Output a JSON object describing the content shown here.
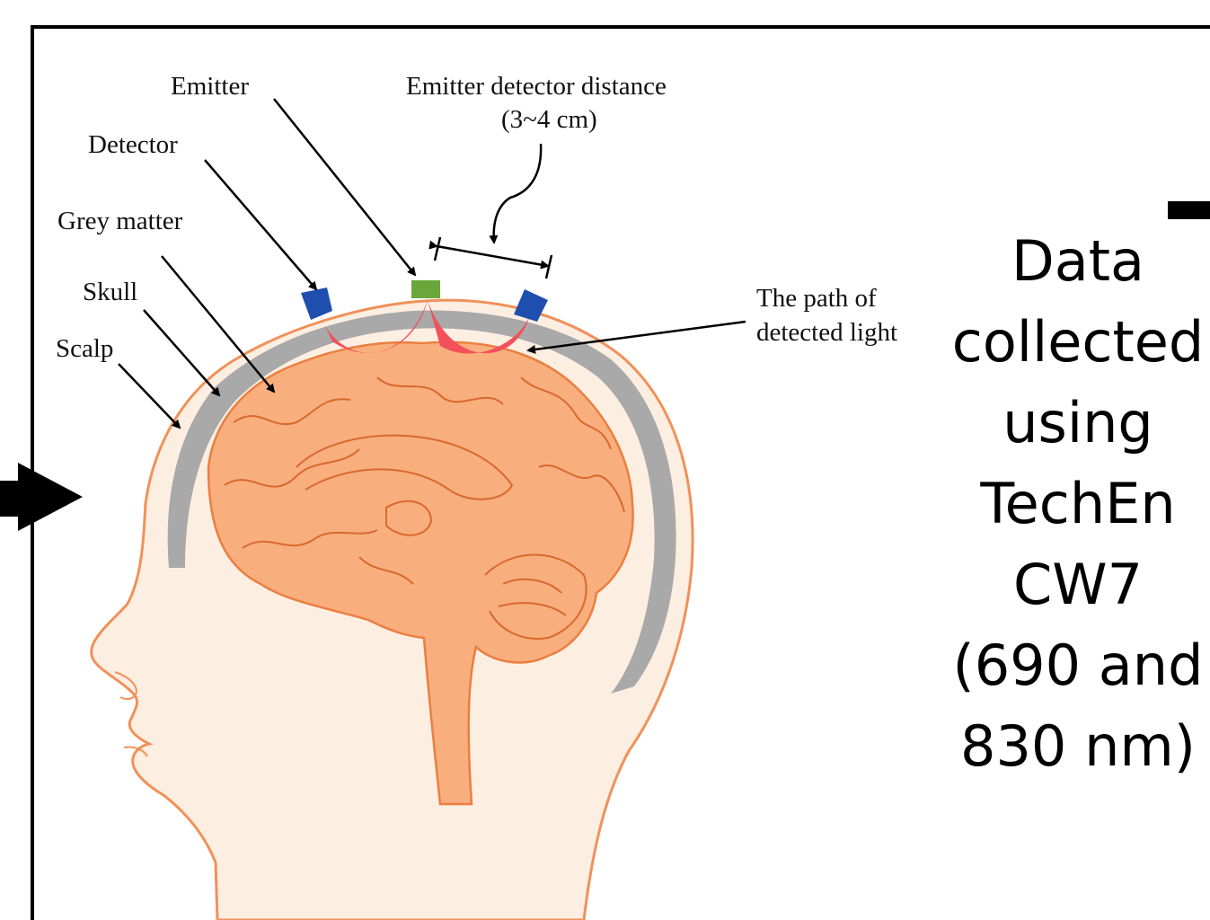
{
  "diagram": {
    "labels": {
      "emitter": "Emitter",
      "detector": "Detector",
      "grey_matter": "Grey matter",
      "skull": "Skull",
      "scalp": "Scalp",
      "distance_title": "Emitter detector distance",
      "distance_value": "(3~4 cm)",
      "path_line1": "The path of",
      "path_line2": "detected light"
    },
    "colors": {
      "skin": "#fdeee2",
      "outline": "#f0915a",
      "brain": "#f9ae7e",
      "skull": "#a9a9a9",
      "light_path": "#f2505a",
      "emitter": "#6aa63a",
      "detector": "#1f4fae"
    }
  },
  "side_note": {
    "lines": [
      "Data",
      "collected",
      "using",
      "TechEn",
      "CW7",
      "(690 and",
      "830 nm)"
    ]
  }
}
